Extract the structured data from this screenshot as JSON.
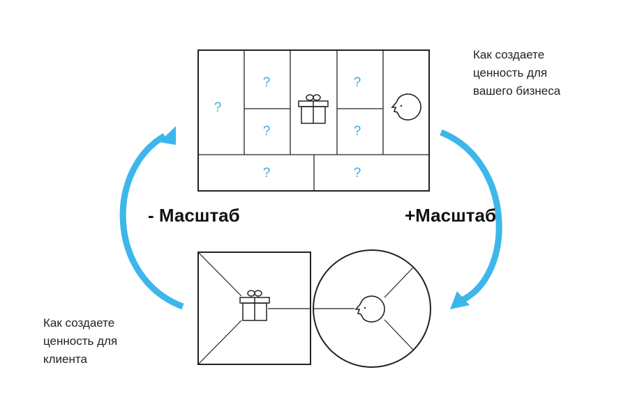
{
  "captions": {
    "business": [
      "Как создаете",
      "ценность для",
      "вашего бизнеса"
    ],
    "customer": [
      "Как создаете",
      "ценность для",
      "клиента"
    ]
  },
  "labels": {
    "scale_down": "- Масштаб",
    "scale_up": "+Масштаб"
  },
  "canvas_marks": {
    "question": "?"
  },
  "icons": [
    "gift-icon",
    "face-icon",
    "arrow-up-icon",
    "arrow-down-icon"
  ],
  "colors": {
    "accent": "#3db6ec",
    "question": "#3fa9e0",
    "line": "#111111"
  }
}
